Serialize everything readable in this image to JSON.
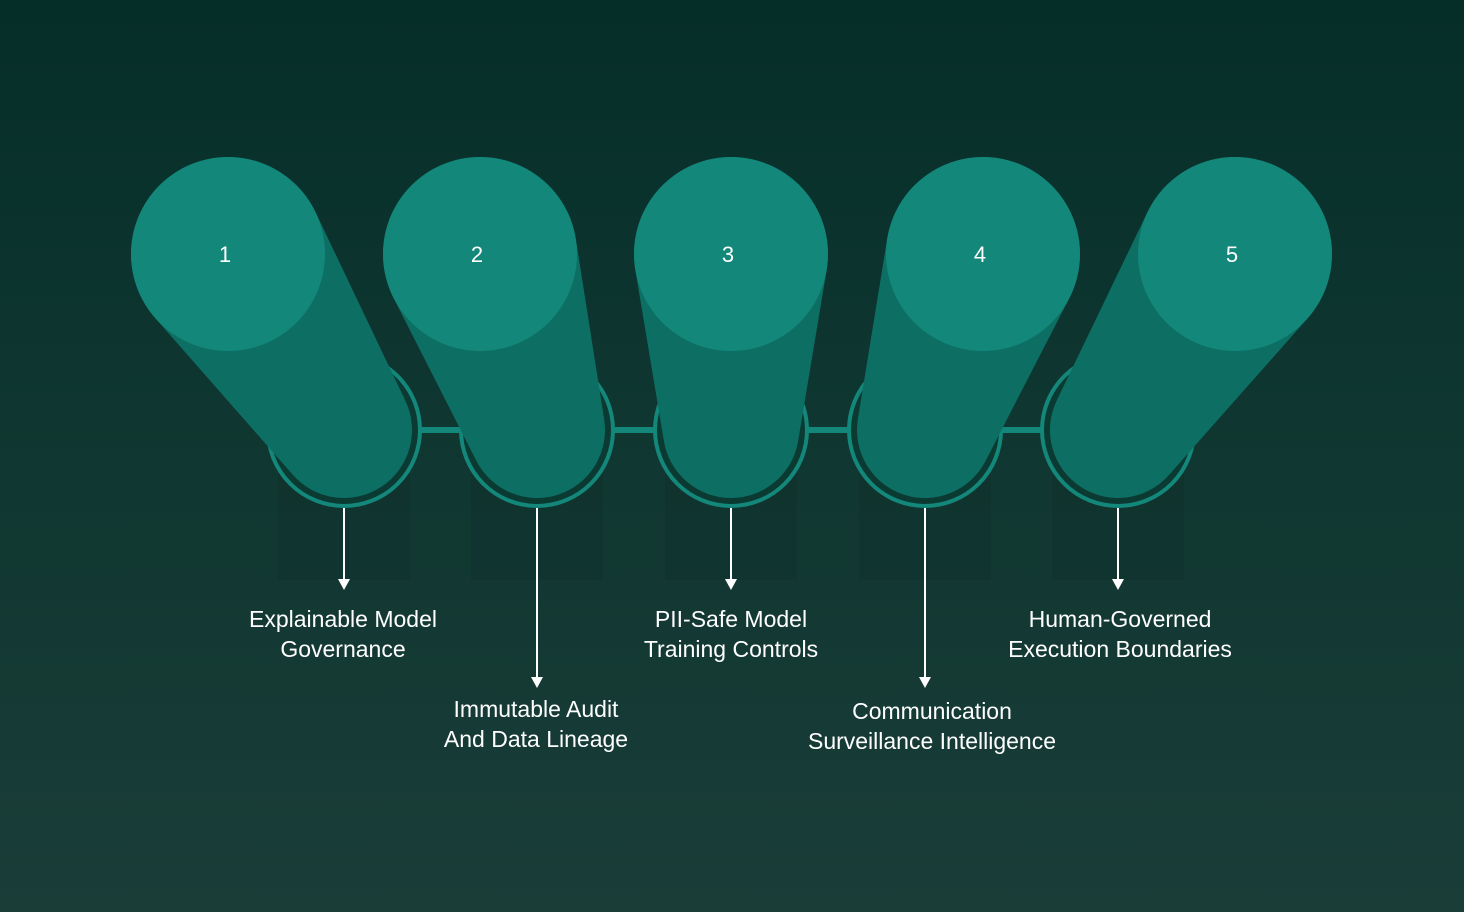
{
  "colors": {
    "background_top": "#062e28",
    "background_bottom": "#1a3d38",
    "circle_light": "#13877a",
    "cylinder_body": "#0d6f63",
    "ring_stroke": "#13877a",
    "connector": "#13877a",
    "arrow": "#ffffff",
    "text": "#ffffff"
  },
  "steps": [
    {
      "number": "1",
      "caption_lines": [
        "Explainable Model",
        "Governance"
      ]
    },
    {
      "number": "2",
      "caption_lines": [
        "Immutable Audit",
        "And Data Lineage"
      ]
    },
    {
      "number": "3",
      "caption_lines": [
        "PII-Safe Model",
        "Training Controls"
      ]
    },
    {
      "number": "4",
      "caption_lines": [
        "Communication",
        "Surveillance Intelligence"
      ]
    },
    {
      "number": "5",
      "caption_lines": [
        "Human-Governed",
        "Execution Boundaries"
      ]
    }
  ]
}
